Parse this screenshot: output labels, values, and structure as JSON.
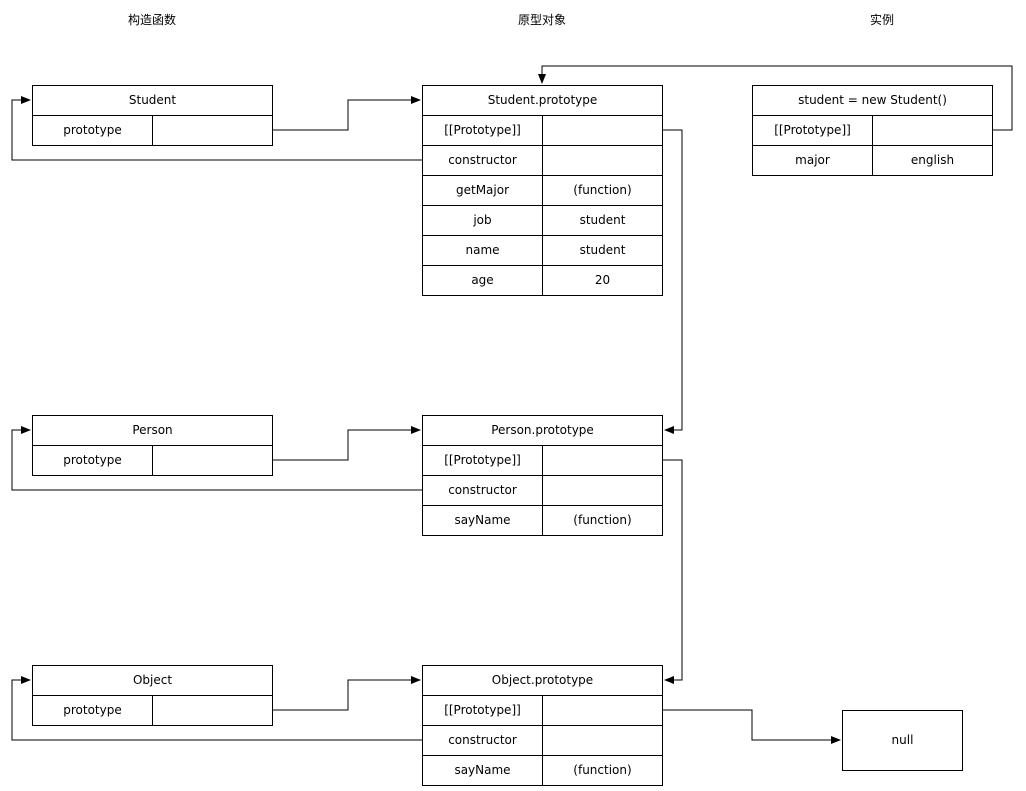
{
  "headings": {
    "constructors": "构造函数",
    "prototypes": "原型对象",
    "instances": "实例"
  },
  "student_ctor": {
    "title": "Student",
    "key": "prototype",
    "value": ""
  },
  "student_proto": {
    "title": "Student.prototype",
    "rows": [
      {
        "key": "[[Prototype]]",
        "value": ""
      },
      {
        "key": "constructor",
        "value": ""
      },
      {
        "key": "getMajor",
        "value": "(function)"
      },
      {
        "key": "job",
        "value": "student"
      },
      {
        "key": "name",
        "value": "student"
      },
      {
        "key": "age",
        "value": "20"
      }
    ]
  },
  "student_inst": {
    "title": "student = new Student()",
    "rows": [
      {
        "key": "[[Prototype]]",
        "value": ""
      },
      {
        "key": "major",
        "value": "english"
      }
    ]
  },
  "person_ctor": {
    "title": "Person",
    "key": "prototype",
    "value": ""
  },
  "person_proto": {
    "title": "Person.prototype",
    "rows": [
      {
        "key": "[[Prototype]]",
        "value": ""
      },
      {
        "key": "constructor",
        "value": ""
      },
      {
        "key": "sayName",
        "value": "(function)"
      }
    ]
  },
  "object_ctor": {
    "title": "Object",
    "key": "prototype",
    "value": ""
  },
  "object_proto": {
    "title": "Object.prototype",
    "rows": [
      {
        "key": "[[Prototype]]",
        "value": ""
      },
      {
        "key": "constructor",
        "value": ""
      },
      {
        "key": "sayName",
        "value": "(function)"
      }
    ]
  },
  "null_node": {
    "label": "null"
  }
}
